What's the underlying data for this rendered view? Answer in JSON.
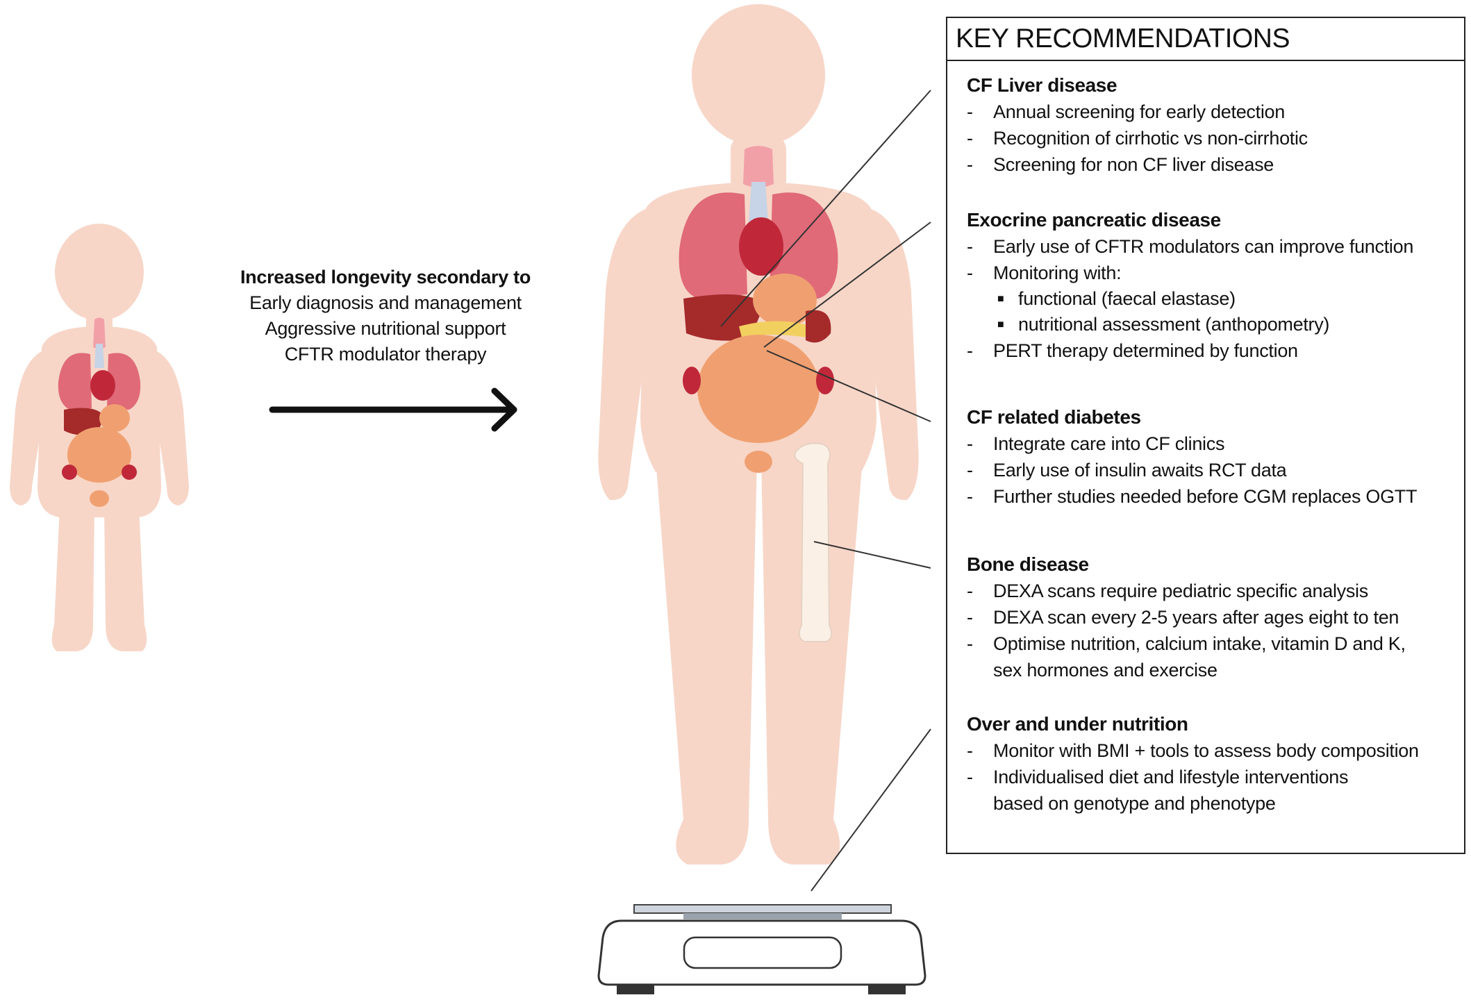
{
  "middle": {
    "headline": "Increased longevity secondary to",
    "lines": [
      "Early diagnosis and management",
      "Aggressive nutritional support",
      "CFTR modulator therapy"
    ]
  },
  "key": {
    "title": "KEY RECOMMENDATIONS",
    "sections": [
      {
        "title": "CF Liver disease",
        "items": [
          {
            "text": "Annual screening for early detection"
          },
          {
            "text": "Recognition of cirrhotic vs non-cirrhotic"
          },
          {
            "text": "Screening for non CF liver disease"
          }
        ]
      },
      {
        "title": "Exocrine pancreatic disease",
        "items": [
          {
            "text": "Early use of  CFTR modulators can improve function"
          },
          {
            "text": "Monitoring with:",
            "subitems": [
              "functional (faecal elastase)",
              "nutritional assessment (anthopometry)"
            ]
          },
          {
            "text": "PERT therapy determined by function"
          }
        ]
      },
      {
        "title": "CF related diabetes",
        "items": [
          {
            "text": "Integrate care into CF clinics"
          },
          {
            "text": "Early use of insulin awaits RCT data"
          },
          {
            "text": "Further studies needed before CGM replaces OGTT"
          }
        ]
      },
      {
        "title": "Bone disease",
        "items": [
          {
            "text": "DEXA scans require pediatric specific analysis"
          },
          {
            "text": "DEXA scan every 2-5 years after ages eight to ten"
          },
          {
            "text": "Optimise nutrition, calcium intake, vitamin D and K,",
            "continuation": "sex hormones and exercise"
          }
        ]
      },
      {
        "title": "Over and under nutrition",
        "items": [
          {
            "text": "Monitor with BMI + tools to assess body composition"
          },
          {
            "text": "Individualised diet and lifestyle interventions",
            "continuation": "based on genotype and phenotype"
          }
        ]
      }
    ]
  },
  "colors": {
    "skin": "#f7d6c8",
    "lung": "#e06a78",
    "liver": "#a52a2a",
    "intestine": "#f0a070",
    "thyroid": "#f2a0a8",
    "bone": "#fbf0e6",
    "arrow": "#111111"
  }
}
